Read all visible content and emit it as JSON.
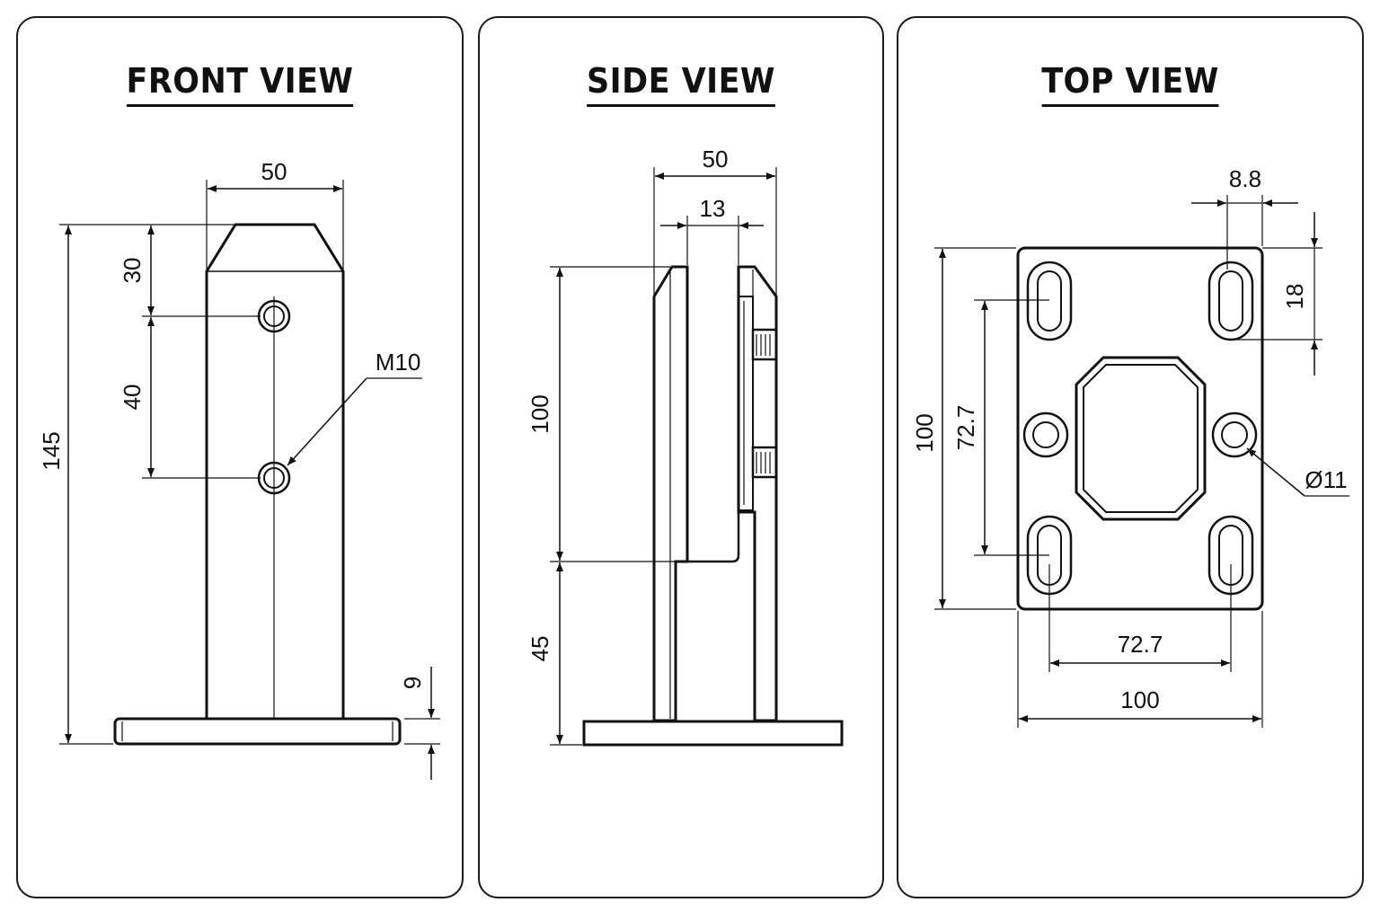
{
  "views": {
    "front": {
      "title": "FRONT VIEW",
      "dims": {
        "width": "50",
        "height": "145",
        "top": "30",
        "spacing": "40",
        "base": "9",
        "thread": "M10"
      }
    },
    "side": {
      "title": "SIDE VIEW",
      "dims": {
        "width": "50",
        "gap": "13",
        "clamp": "100",
        "lower": "45"
      }
    },
    "top": {
      "title": "TOP VIEW",
      "dims": {
        "slot": "8.8",
        "slot_len": "18",
        "plate_h": "100",
        "hole_v": "72.7",
        "hole_h": "72.7",
        "plate_w": "100",
        "hole_dia": "Ø11"
      }
    }
  }
}
